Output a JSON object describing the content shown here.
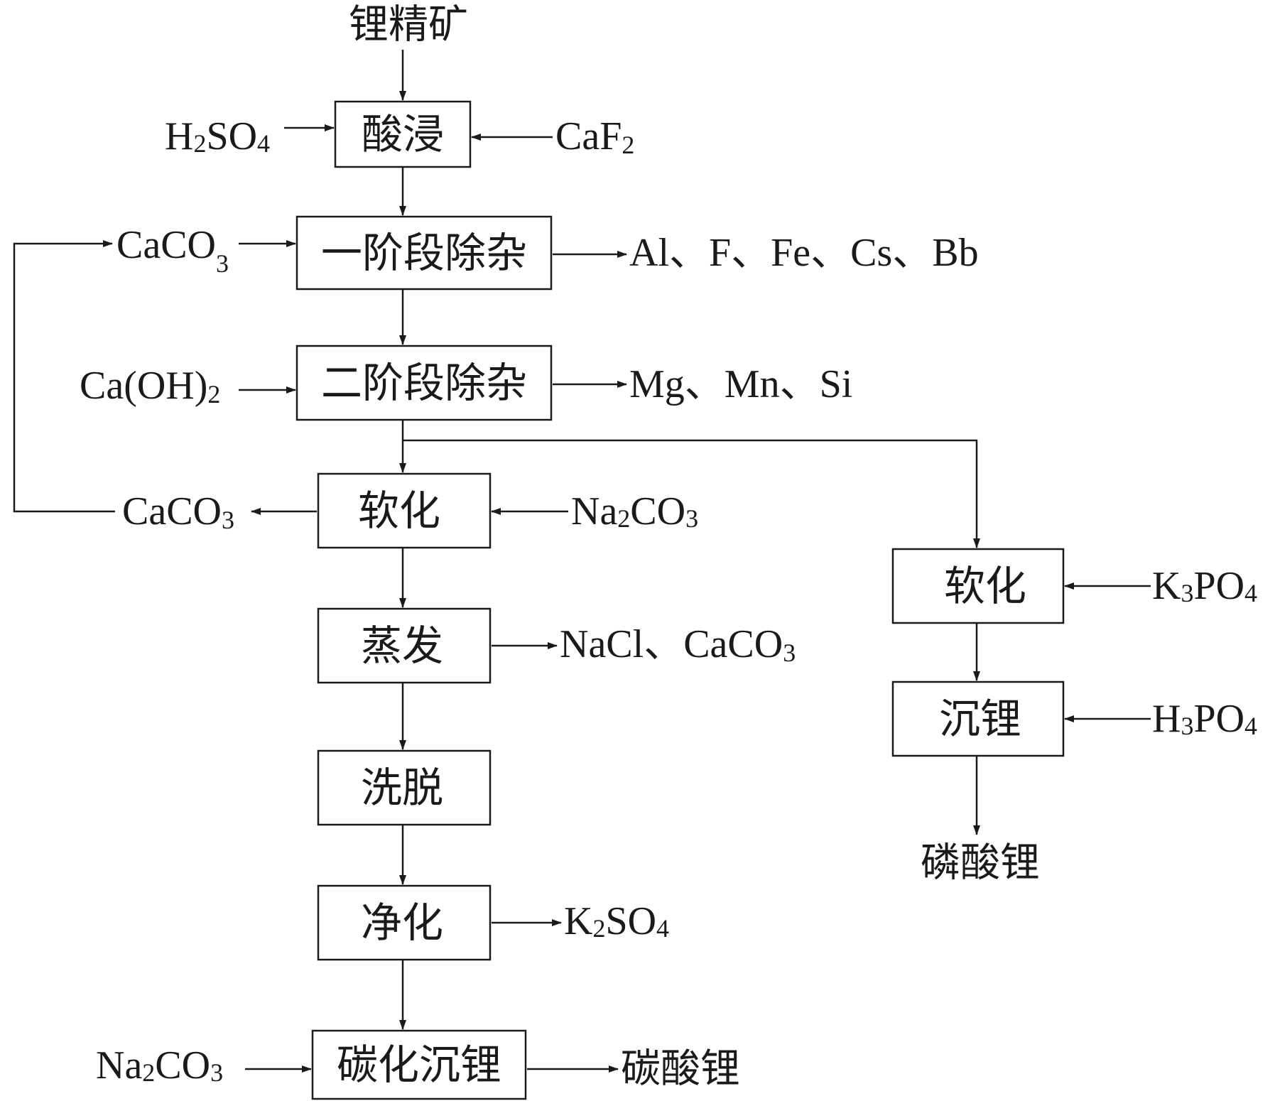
{
  "diagram": {
    "nodes": {
      "raw": "锂精矿",
      "leach": "酸浸",
      "stage1": "一阶段除杂",
      "stage2": "二阶段除杂",
      "soften_left": "软化",
      "evaporate": "蒸发",
      "elute": "洗脱",
      "purify": "净化",
      "carbonize": "碳化沉锂",
      "soften_right": "软化",
      "precip_right": "沉锂"
    },
    "inputs": {
      "h2so4": {
        "base": "H",
        "sub1": "2",
        "mid": "SO",
        "sub2": "4"
      },
      "caf2": {
        "base": "CaF",
        "sub1": "2"
      },
      "caco3_in": {
        "base": "CaCO",
        "sub1": "3"
      },
      "caoh2": {
        "base": "Ca(OH)",
        "sub1": "2"
      },
      "na2co3_soften": {
        "base": "Na",
        "sub1": "2",
        "mid": "CO",
        "sub2": "3"
      },
      "na2co3_carbon": {
        "base": "Na",
        "sub1": "2",
        "mid": "CO",
        "sub2": "3"
      },
      "k3po4": {
        "base": "K",
        "sub1": "3",
        "mid": "PO",
        "sub2": "4"
      },
      "h3po4": {
        "base": "H",
        "sub1": "3",
        "mid": "PO",
        "sub2": "4"
      }
    },
    "outputs": {
      "stage1_out": "Al、F、Fe、Cs、Bb",
      "stage2_out": "Mg、Mn、Si",
      "caco3_out": {
        "base": "CaCO",
        "sub1": "3"
      },
      "evap_out": {
        "base": "NaCl、CaCO",
        "sub1": "3"
      },
      "k2so4": {
        "base": "K",
        "sub1": "2",
        "mid": "SO",
        "sub2": "4"
      },
      "lithium_carbonate": "碳酸锂",
      "lithium_phosphate": "磷酸锂"
    }
  }
}
